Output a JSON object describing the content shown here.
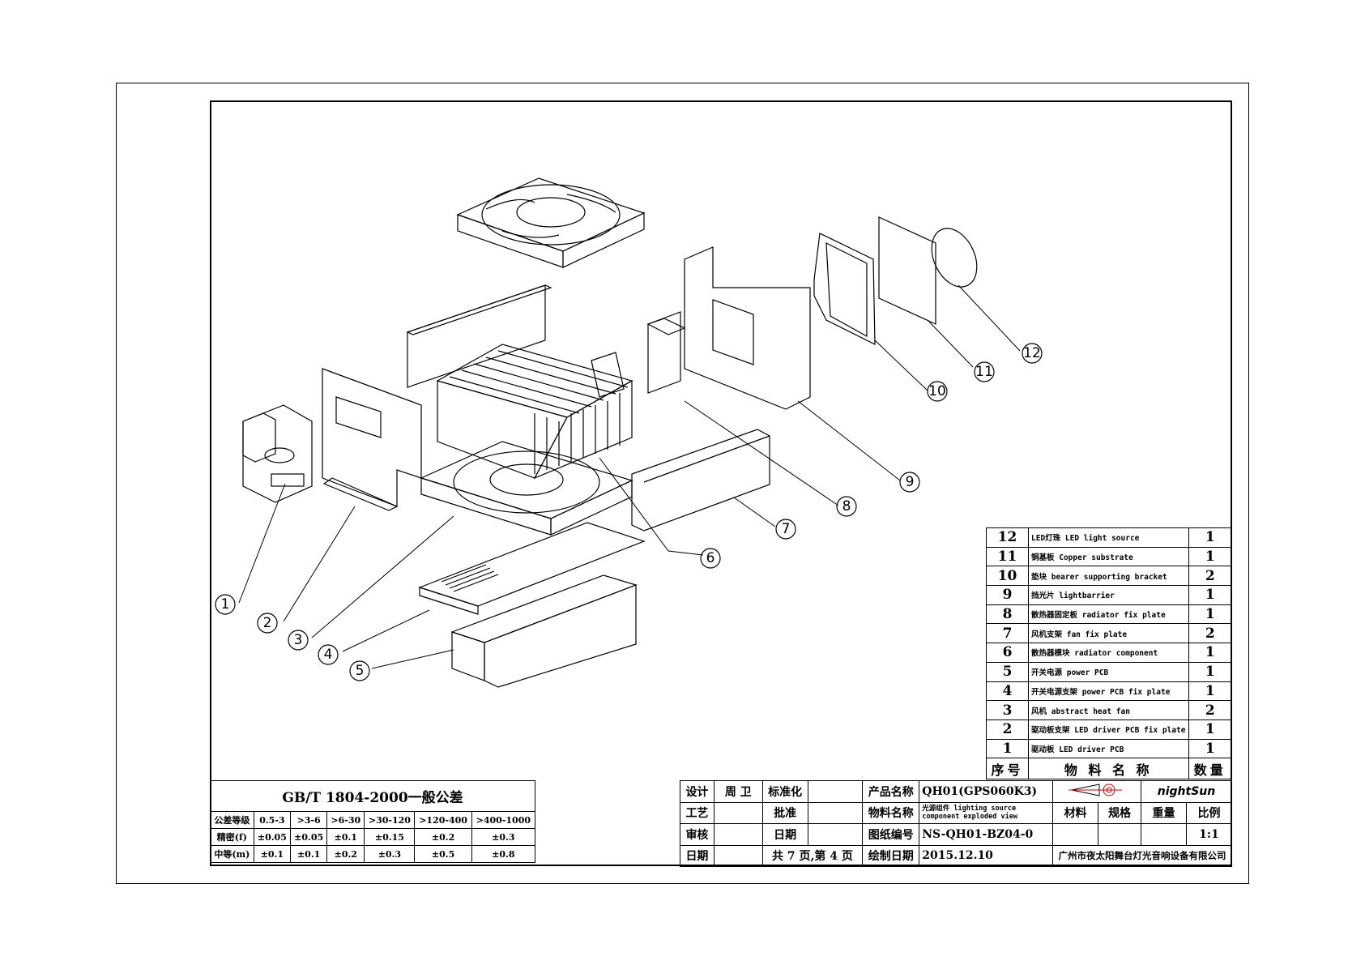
{
  "parts": [
    {
      "no": "12",
      "name": "LED灯珠 LED light source",
      "qty": "1"
    },
    {
      "no": "11",
      "name": "铜基板 Copper substrate",
      "qty": "1"
    },
    {
      "no": "10",
      "name": "垫块 bearer supporting bracket",
      "qty": "2"
    },
    {
      "no": "9",
      "name": "挡光片 lightbarrier",
      "qty": "1"
    },
    {
      "no": "8",
      "name": "散热器固定板 radiator fix plate",
      "qty": "1"
    },
    {
      "no": "7",
      "name": "风机支架 fan fix plate",
      "qty": "2"
    },
    {
      "no": "6",
      "name": "散热器模块 radiator component",
      "qty": "1"
    },
    {
      "no": "5",
      "name": "开关电源 power PCB",
      "qty": "1"
    },
    {
      "no": "4",
      "name": "开关电源支架 power PCB fix plate",
      "qty": "1"
    },
    {
      "no": "3",
      "name": "风机 abstract heat fan",
      "qty": "2"
    },
    {
      "no": "2",
      "name": "驱动板支架 LED driver PCB fix plate",
      "qty": "1"
    },
    {
      "no": "1",
      "name": "驱动板 LED driver PCB",
      "qty": "1"
    }
  ],
  "parts_header": {
    "no": "序号",
    "name": "物 料 名 称",
    "qty": "数量"
  },
  "callouts": [
    "1",
    "2",
    "3",
    "4",
    "5",
    "6",
    "7",
    "8",
    "9",
    "10",
    "11",
    "12"
  ],
  "tolerance": {
    "title": "GB/T 1804-2000一般公差",
    "header": [
      "公差等级",
      "0.5-3",
      ">3-6",
      ">6-30",
      ">30-120",
      ">120-400",
      ">400-1000"
    ],
    "rows": [
      [
        "精密(f)",
        "±0.05",
        "±0.05",
        "±0.1",
        "±0.15",
        "±0.2",
        "±0.3"
      ],
      [
        "中等(m)",
        "±0.1",
        "±0.1",
        "±0.2",
        "±0.3",
        "±0.5",
        "±0.8"
      ]
    ]
  },
  "title_block": {
    "design": "设计",
    "designer": "周 卫",
    "standardize": "标准化",
    "process": "工艺",
    "approve": "批准",
    "review": "审核",
    "date_label": "日期",
    "date2": "日期",
    "pages": "共 7 页,第 4 页",
    "product_name_label": "产品名称",
    "product_name": "QH01(GPS060K3)",
    "material_name_label": "物料名称",
    "material_name": "光源组件 lighting source component exploded view",
    "drawing_no_label": "图纸编号",
    "drawing_no": "NS-QH01-BZ04-0",
    "draw_date_label": "绘制日期",
    "draw_date": "2015.12.10",
    "material": "材料",
    "spec": "规格",
    "weight": "重量",
    "scale_label": "比例",
    "scale": "1:1",
    "logo": "nightSun",
    "company": "广州市夜太阳舞台灯光音响设备有限公司"
  }
}
